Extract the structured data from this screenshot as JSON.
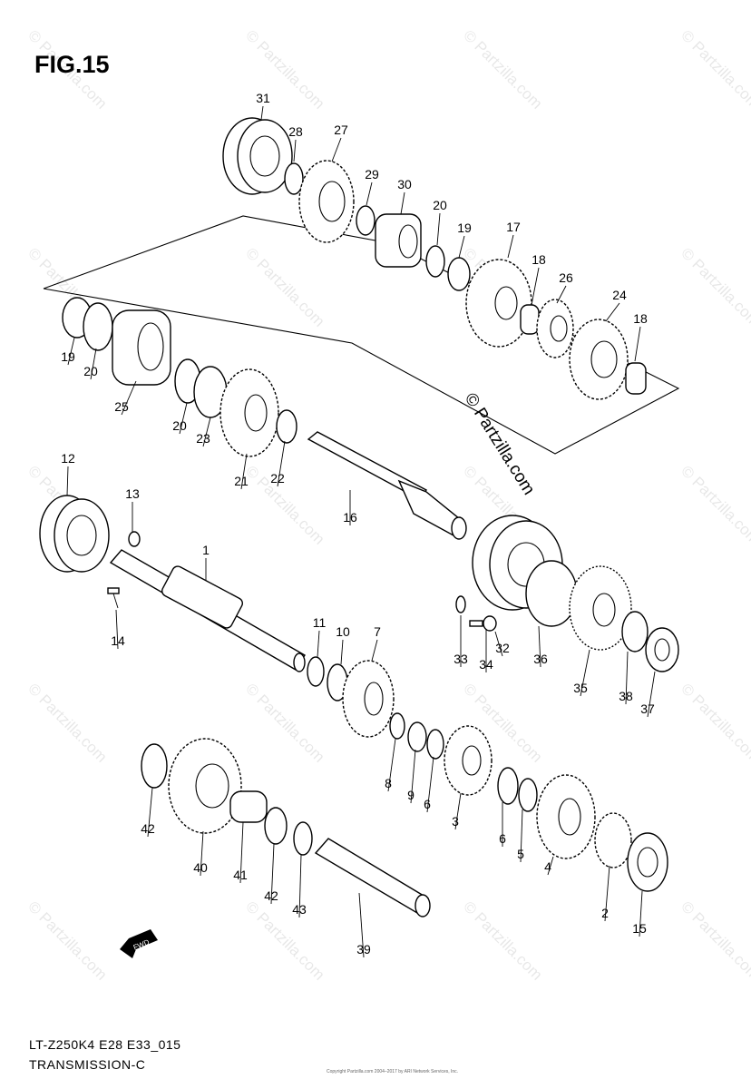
{
  "figure_title": "FIG.15",
  "diagram_code": "LT-Z250K4 E28 E33_015",
  "diagram_name": "TRANSMISSION-C",
  "brand_text": "© Partzilla.com",
  "watermark_text": "© Partzilla.com",
  "copyright_text": "Copyright Partzilla.com 2004–2017 by ARI Network Services, Inc.",
  "direction_label": "FWD",
  "callouts": [
    "31",
    "28",
    "27",
    "29",
    "30",
    "20",
    "19",
    "17",
    "18",
    "26",
    "24",
    "18",
    "19",
    "20",
    "25",
    "20",
    "23",
    "21",
    "22",
    "16",
    "12",
    "13",
    "1",
    "14",
    "11",
    "10",
    "7",
    "33",
    "34",
    "32",
    "36",
    "35",
    "38",
    "37",
    "8",
    "9",
    "6",
    "3",
    "6",
    "5",
    "4",
    "2",
    "15",
    "42",
    "40",
    "41",
    "42",
    "43",
    "39"
  ]
}
